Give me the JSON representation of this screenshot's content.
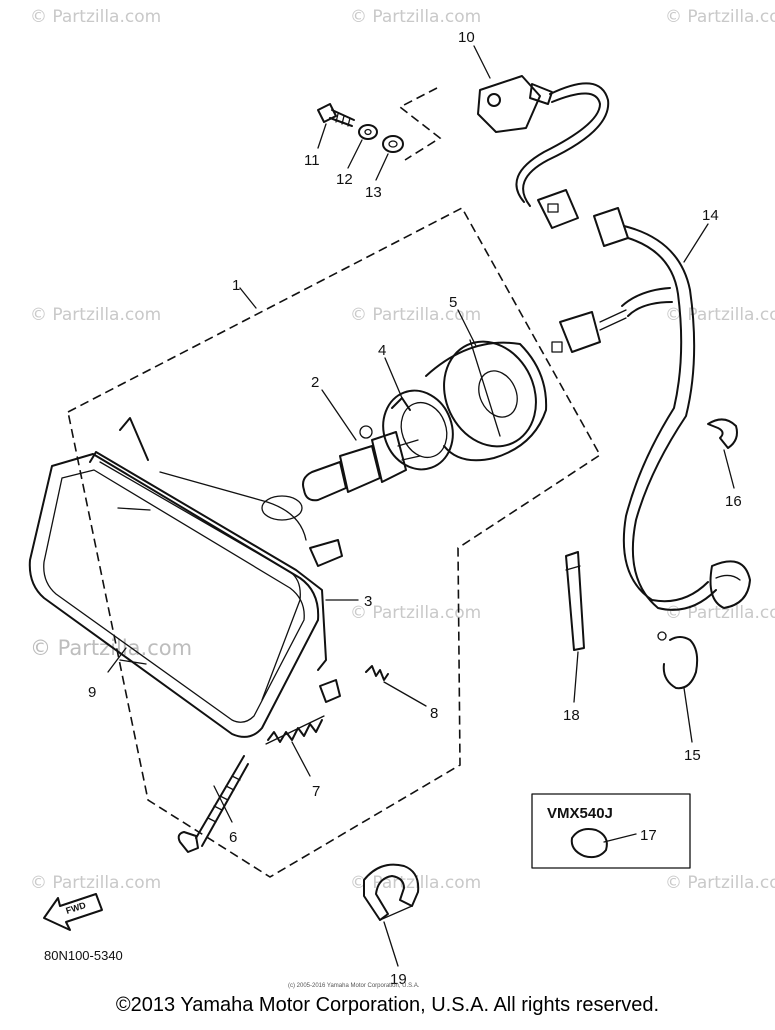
{
  "watermark": {
    "text": "© Partzilla.com"
  },
  "callouts": {
    "c1": "1",
    "c2": "2",
    "c3": "3",
    "c4": "4",
    "c5": "5",
    "c6": "6",
    "c7": "7",
    "c8": "8",
    "c9": "9",
    "c10": "10",
    "c11": "11",
    "c12": "12",
    "c13": "13",
    "c14": "14",
    "c15": "15",
    "c16": "16",
    "c17": "17",
    "c18": "18",
    "c19": "19"
  },
  "model_box": {
    "label": "VMX540J"
  },
  "fwd_label": "FWD",
  "diagram_code": "80N100-5340",
  "fine_print": "(c) 2005-2016 Yamaha Motor Corporation, U.S.A.",
  "copyright": "©2013 Yamaha Motor Corporation, U.S.A. All rights reserved."
}
